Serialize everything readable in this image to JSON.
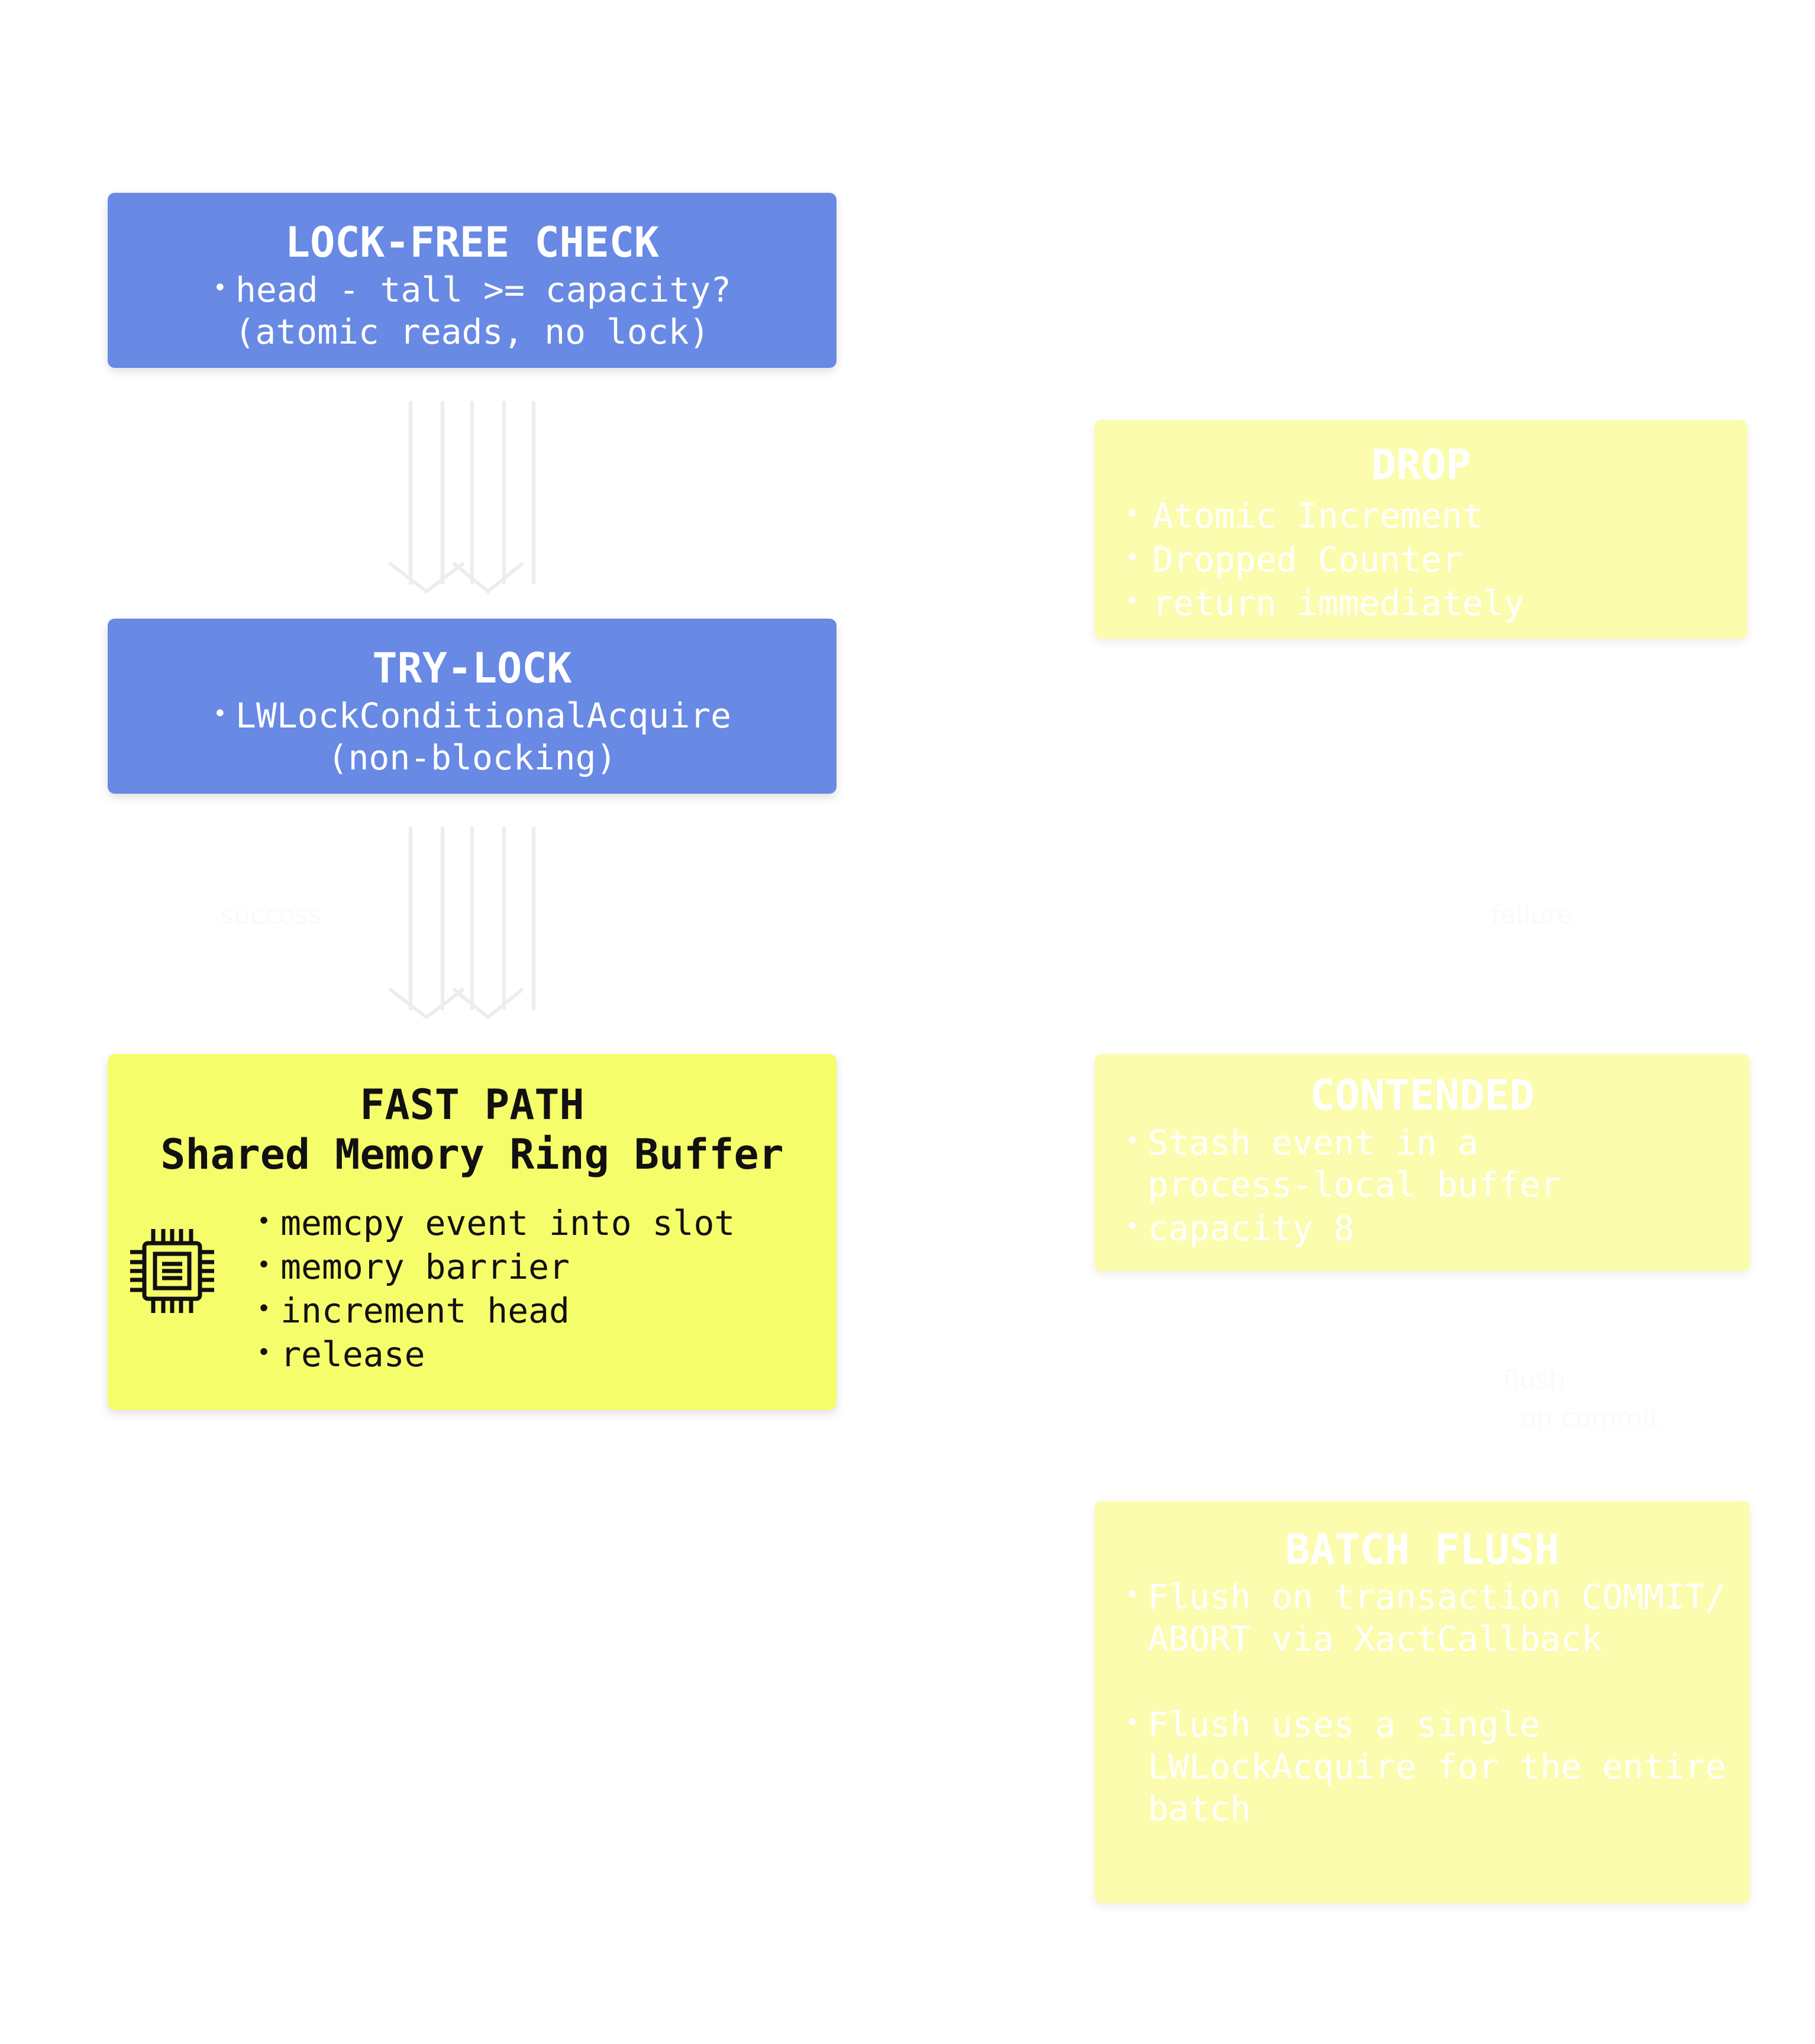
{
  "lock_free_check": {
    "title": "LOCK-FREE CHECK",
    "line1": "head - tall >= capacity?",
    "line2": "(atomic reads, no lock)"
  },
  "try_lock": {
    "title": "TRY-LOCK",
    "line1": "LWLockConditionalAcquire",
    "line2": "(non-blocking)"
  },
  "fast_path": {
    "title1": "FAST PATH",
    "title2": "Shared Memory Ring Buffer",
    "icon": "cpu-chip-icon",
    "items": [
      "memcpy event into slot",
      "memory barrier",
      "increment head",
      "release"
    ]
  },
  "drop": {
    "title": "DROP",
    "items": [
      "Atomic Increment",
      "Dropped Counter",
      "return immediately"
    ]
  },
  "contended": {
    "title": "CONTENDED",
    "item1_line1": "Stash event in a",
    "item1_line2": "process-local buffer",
    "item2": "capacity 8"
  },
  "batch_flush": {
    "title": "BATCH FLUSH",
    "item1_line1": "Flush on transaction COMMIT/",
    "item1_line2": "ABORT via XactCallback",
    "item2_line1": "Flush uses a single",
    "item2_line2": "LWLockAcquire for the entire",
    "item2_line3": "batch"
  },
  "edge_labels": {
    "success": "success",
    "failure": "failure",
    "flush_line1": "flush",
    "flush_line2": "on commit"
  },
  "colors": {
    "blue_box": "#6889e4",
    "fast_path_yellow": "#f6fd6b",
    "faded_yellow": "#fbfcae"
  }
}
